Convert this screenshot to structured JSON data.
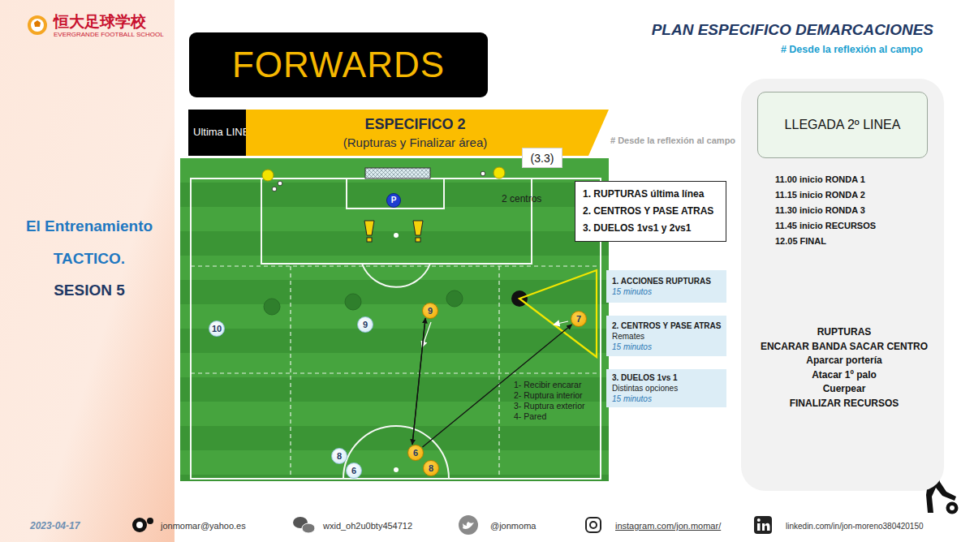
{
  "diagram": {
    "title": "FORWARDS",
    "nodes": [
      {
        "text": [
          "Ultima LINEA"
        ]
      },
      {
        "text": [
          "ESPECIFICO 2",
          "(Rupturas y Finalizar área)"
        ]
      },
      {
        "text": [
          "(3.3)"
        ]
      },
      {
        "text": [
          "1. RUPTURAS última línea",
          "2. CENTROS Y PASE ATRAS",
          "3. DUELOS 1vs1 y 2vs1"
        ]
      },
      {
        "text": [
          "P"
        ]
      },
      {
        "text": [
          "10"
        ]
      },
      {
        "text": [
          "9"
        ]
      },
      {
        "text": [
          "9"
        ]
      },
      {
        "text": [
          "7"
        ]
      },
      {
        "text": [
          "8"
        ]
      },
      {
        "text": [
          "6"
        ]
      },
      {
        "text": [
          "6"
        ]
      },
      {
        "text": [
          "8"
        ]
      },
      {
        "text": [
          "1. ACCIONES RUPTURAS",
          "15 minutos"
        ]
      },
      {
        "text": [
          "2. CENTROS Y PASE ATRAS",
          "Remates",
          "15 minutos"
        ]
      },
      {
        "text": [
          "3. DUELOS 1vs 1",
          "Distintas opciones",
          "15 minutos"
        ]
      },
      {
        "text": [
          "11.00 inicio RONDA 1",
          "11.15 inicio RONDA 2",
          "11.30 inicio RONDA 3",
          "11.45 inicio RECURSOS",
          "12.05 FINAL",
          "RUPTURAS",
          "ENCARAR BANDA SACAR CENTRO",
          "Aparcar portería",
          "Atacar 1º palo",
          "Cuerpear",
          "FINALIZAR RECURSOS"
        ]
      },
      {
        "text": [
          "LLEGADA 2º LINEA"
        ],
        "in": 16
      }
    ],
    "edges": [
      {
        "from": 11,
        "to": 8,
        "arrow": "to"
      },
      {
        "from": 11,
        "to": 7,
        "arrow": "to"
      },
      {
        "from": 7,
        "to": 11,
        "arrow": "to"
      }
    ],
    "labels": [
      "恒大足球学校",
      "EVERGRANDE FOOTBALL SCHOOL",
      "PLAN ESPECIFICO DEMARCACIONES",
      "# Desde la reflexión al campo",
      "El Entrenamiento",
      "TACTICO.",
      "SESION 5",
      "# Desde la reflexión al campo",
      "2 centros",
      "1- Recibir encarar",
      "2- Ruptura interior",
      "3- Ruptura exterior",
      "4- Pared",
      "2023-04-17",
      "jonmomar@yahoo.es",
      "wxid_oh2u0bty454712",
      "@jonmoma",
      "instagram.com/jon.momar/",
      "linkedin.com/in/jon-moreno380420150"
    ]
  }
}
